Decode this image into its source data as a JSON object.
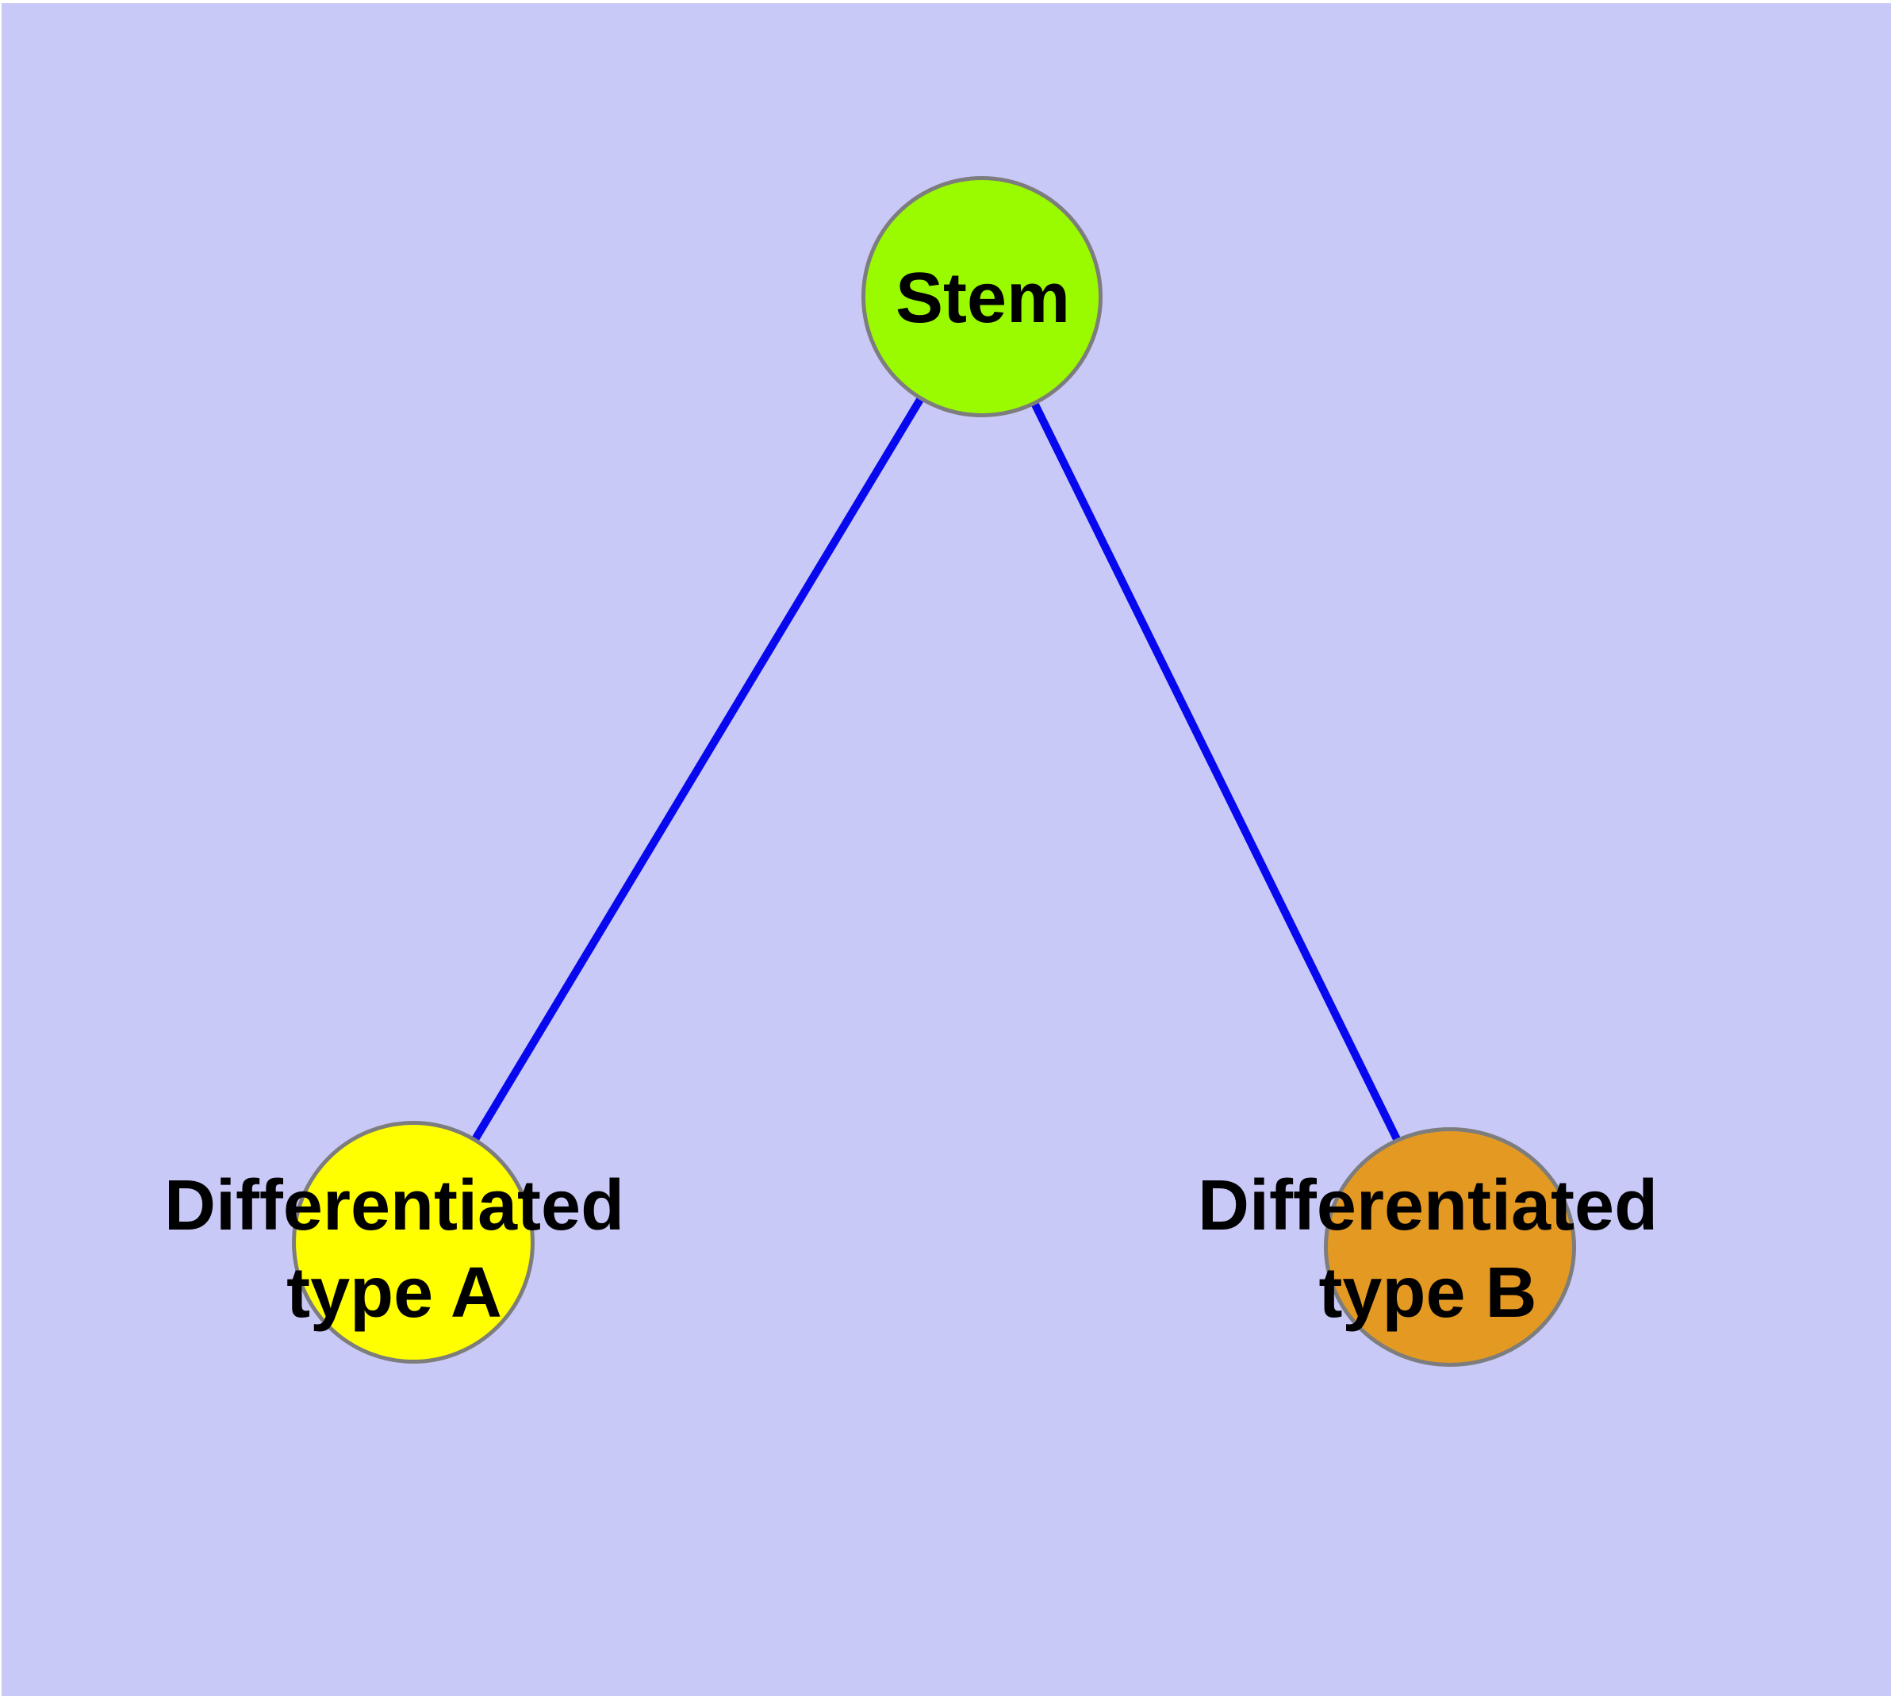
{
  "diagram": {
    "type": "graph",
    "description": "Cell differentiation tree: a stem node connected to two differentiated cell type nodes",
    "background_color": "#C9C9F8",
    "edge_color": "#0808EE",
    "node_border_color": "#7D7D7D",
    "label_color": "#000000",
    "nodes": [
      {
        "id": "stem",
        "label": "Stem",
        "fill": "#9AFA00",
        "shape": "circle"
      },
      {
        "id": "type_a",
        "label": "Differentiated type A",
        "label_line1": "Differentiated",
        "label_line2": "type A",
        "fill": "#FFFF00",
        "shape": "circle"
      },
      {
        "id": "type_b",
        "label": "Differentiated type B",
        "label_line1": "Differentiated",
        "label_line2": "type B",
        "fill": "#E49A22",
        "shape": "circle"
      }
    ],
    "edges": [
      {
        "from": "Stem",
        "to": "Differentiated type A"
      },
      {
        "from": "Stem",
        "to": "Differentiated type B"
      }
    ]
  }
}
